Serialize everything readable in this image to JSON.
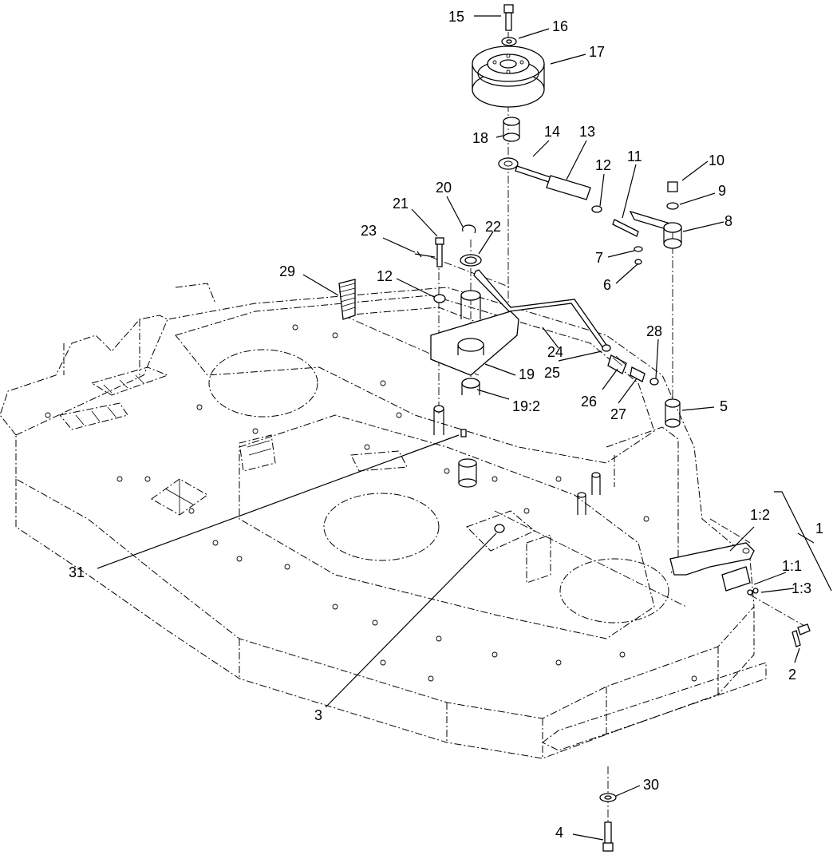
{
  "callouts": [
    {
      "id": "c15",
      "label": "15"
    },
    {
      "id": "c16",
      "label": "16"
    },
    {
      "id": "c17",
      "label": "17"
    },
    {
      "id": "c18",
      "label": "18"
    },
    {
      "id": "c14",
      "label": "14"
    },
    {
      "id": "c13",
      "label": "13"
    },
    {
      "id": "c12a",
      "label": "12"
    },
    {
      "id": "c11",
      "label": "11"
    },
    {
      "id": "c10",
      "label": "10"
    },
    {
      "id": "c9",
      "label": "9"
    },
    {
      "id": "c8",
      "label": "8"
    },
    {
      "id": "c7",
      "label": "7"
    },
    {
      "id": "c6",
      "label": "6"
    },
    {
      "id": "c20",
      "label": "20"
    },
    {
      "id": "c21",
      "label": "21"
    },
    {
      "id": "c22",
      "label": "22"
    },
    {
      "id": "c23",
      "label": "23"
    },
    {
      "id": "c29",
      "label": "29"
    },
    {
      "id": "c12b",
      "label": "12"
    },
    {
      "id": "c24",
      "label": "24"
    },
    {
      "id": "c28",
      "label": "28"
    },
    {
      "id": "c25",
      "label": "25"
    },
    {
      "id": "c26",
      "label": "26"
    },
    {
      "id": "c27",
      "label": "27"
    },
    {
      "id": "c19",
      "label": "19"
    },
    {
      "id": "c19_2",
      "label": "19:2"
    },
    {
      "id": "c5",
      "label": "5"
    },
    {
      "id": "c1_2",
      "label": "1:2"
    },
    {
      "id": "c1",
      "label": "1"
    },
    {
      "id": "c1_1",
      "label": "1:1"
    },
    {
      "id": "c1_3",
      "label": "1:3"
    },
    {
      "id": "c31",
      "label": "31"
    },
    {
      "id": "c2",
      "label": "2"
    },
    {
      "id": "c3",
      "label": "3"
    },
    {
      "id": "c30",
      "label": "30"
    },
    {
      "id": "c4",
      "label": "4"
    }
  ]
}
